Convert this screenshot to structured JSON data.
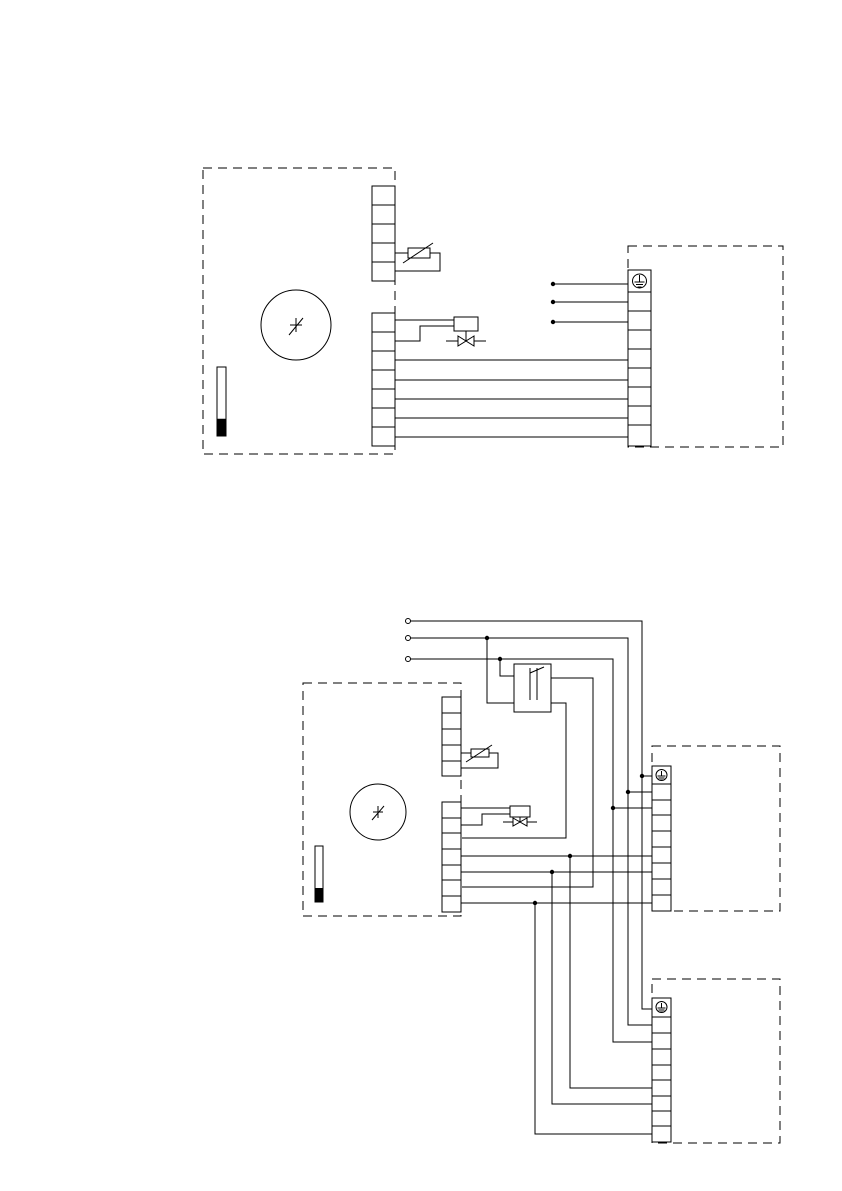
{
  "diagram": {
    "type": "wiring-schematic",
    "text_labels": [],
    "colors": {
      "line": "#000000",
      "background": "#ffffff"
    },
    "top_circuit": {
      "unit_terminal_block_upper_positions": 5,
      "unit_terminal_block_lower_positions": 7,
      "remote_terminal_block_positions": 9,
      "external_supply_terminals": 3,
      "components": [
        "thermistor-icon",
        "solenoid-valve-icon",
        "fan-motor-icon",
        "level-gauge-icon",
        "earth-icon"
      ],
      "gauge_fill_level": 0.25
    },
    "bottom_circuit": {
      "unit_terminal_block_upper_positions": 5,
      "unit_terminal_block_lower_positions": 7,
      "remote_terminal_block_1_positions": 9,
      "remote_terminal_block_2_positions": 9,
      "external_supply_terminals": 3,
      "components": [
        "thermistor-icon",
        "solenoid-valve-icon",
        "fan-motor-icon",
        "level-gauge-icon",
        "changeover-switch-icon",
        "earth-icon"
      ],
      "gauge_fill_level": 0.25
    }
  }
}
